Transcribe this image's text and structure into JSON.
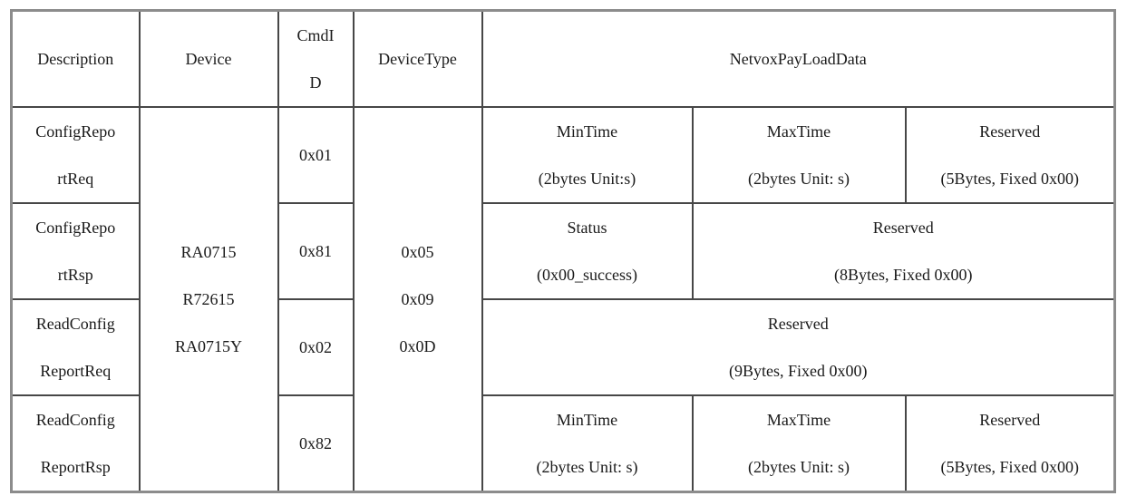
{
  "header": {
    "description": "Description",
    "device": "Device",
    "cmd_id": [
      "CmdI",
      "D"
    ],
    "device_type": "DeviceType",
    "payload": "NetvoxPayLoadData"
  },
  "device_models": [
    "RA0715",
    "R72615",
    "RA0715Y"
  ],
  "device_types": [
    "0x05",
    "0x09",
    "0x0D"
  ],
  "rows": [
    {
      "description": [
        "ConfigRepo",
        "rtReq"
      ],
      "cmd_id": "0x01",
      "payload": [
        {
          "title": "MinTime",
          "detail": "(2bytes Unit:s)"
        },
        {
          "title": "MaxTime",
          "detail": "(2bytes Unit: s)"
        },
        {
          "title": "Reserved",
          "detail": "(5Bytes, Fixed 0x00)"
        }
      ]
    },
    {
      "description": [
        "ConfigRepo",
        "rtRsp"
      ],
      "cmd_id": "0x81",
      "payload": [
        {
          "title": "Status",
          "detail": "(0x00_success)"
        },
        {
          "title": "Reserved",
          "detail": "(8Bytes, Fixed 0x00)"
        }
      ]
    },
    {
      "description": [
        "ReadConfig",
        "ReportReq"
      ],
      "cmd_id": "0x02",
      "payload": [
        {
          "title": "Reserved",
          "detail": "(9Bytes, Fixed 0x00)"
        }
      ]
    },
    {
      "description": [
        "ReadConfig",
        "ReportRsp"
      ],
      "cmd_id": "0x82",
      "payload": [
        {
          "title": "MinTime",
          "detail": "(2bytes Unit: s)"
        },
        {
          "title": "MaxTime",
          "detail": "(2bytes Unit: s)"
        },
        {
          "title": "Reserved",
          "detail": "(5Bytes, Fixed 0x00)"
        }
      ]
    }
  ],
  "colors": {
    "border_inner": "#474747",
    "border_outer": "#8c8c8c",
    "text": "#1a1a1a",
    "background": "#ffffff"
  }
}
